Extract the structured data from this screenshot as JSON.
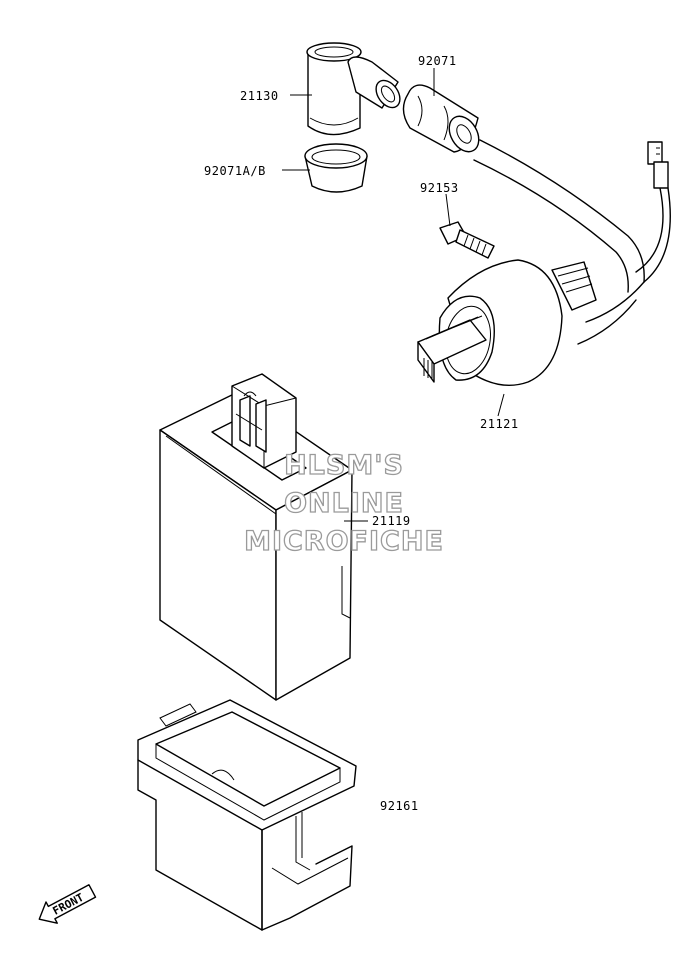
{
  "diagram": {
    "part_labels": [
      {
        "id": "p21130",
        "text": "21130"
      },
      {
        "id": "p92071",
        "text": "92071"
      },
      {
        "id": "p92071ab",
        "text": "92071A/B"
      },
      {
        "id": "p92153",
        "text": "92153"
      },
      {
        "id": "p21121",
        "text": "21121"
      },
      {
        "id": "p21119",
        "text": "21119"
      },
      {
        "id": "p92161",
        "text": "92161"
      }
    ],
    "watermark": [
      "HLSM'S",
      "ONLINE",
      "MICROFICHE"
    ],
    "front_label": "FRONT"
  }
}
